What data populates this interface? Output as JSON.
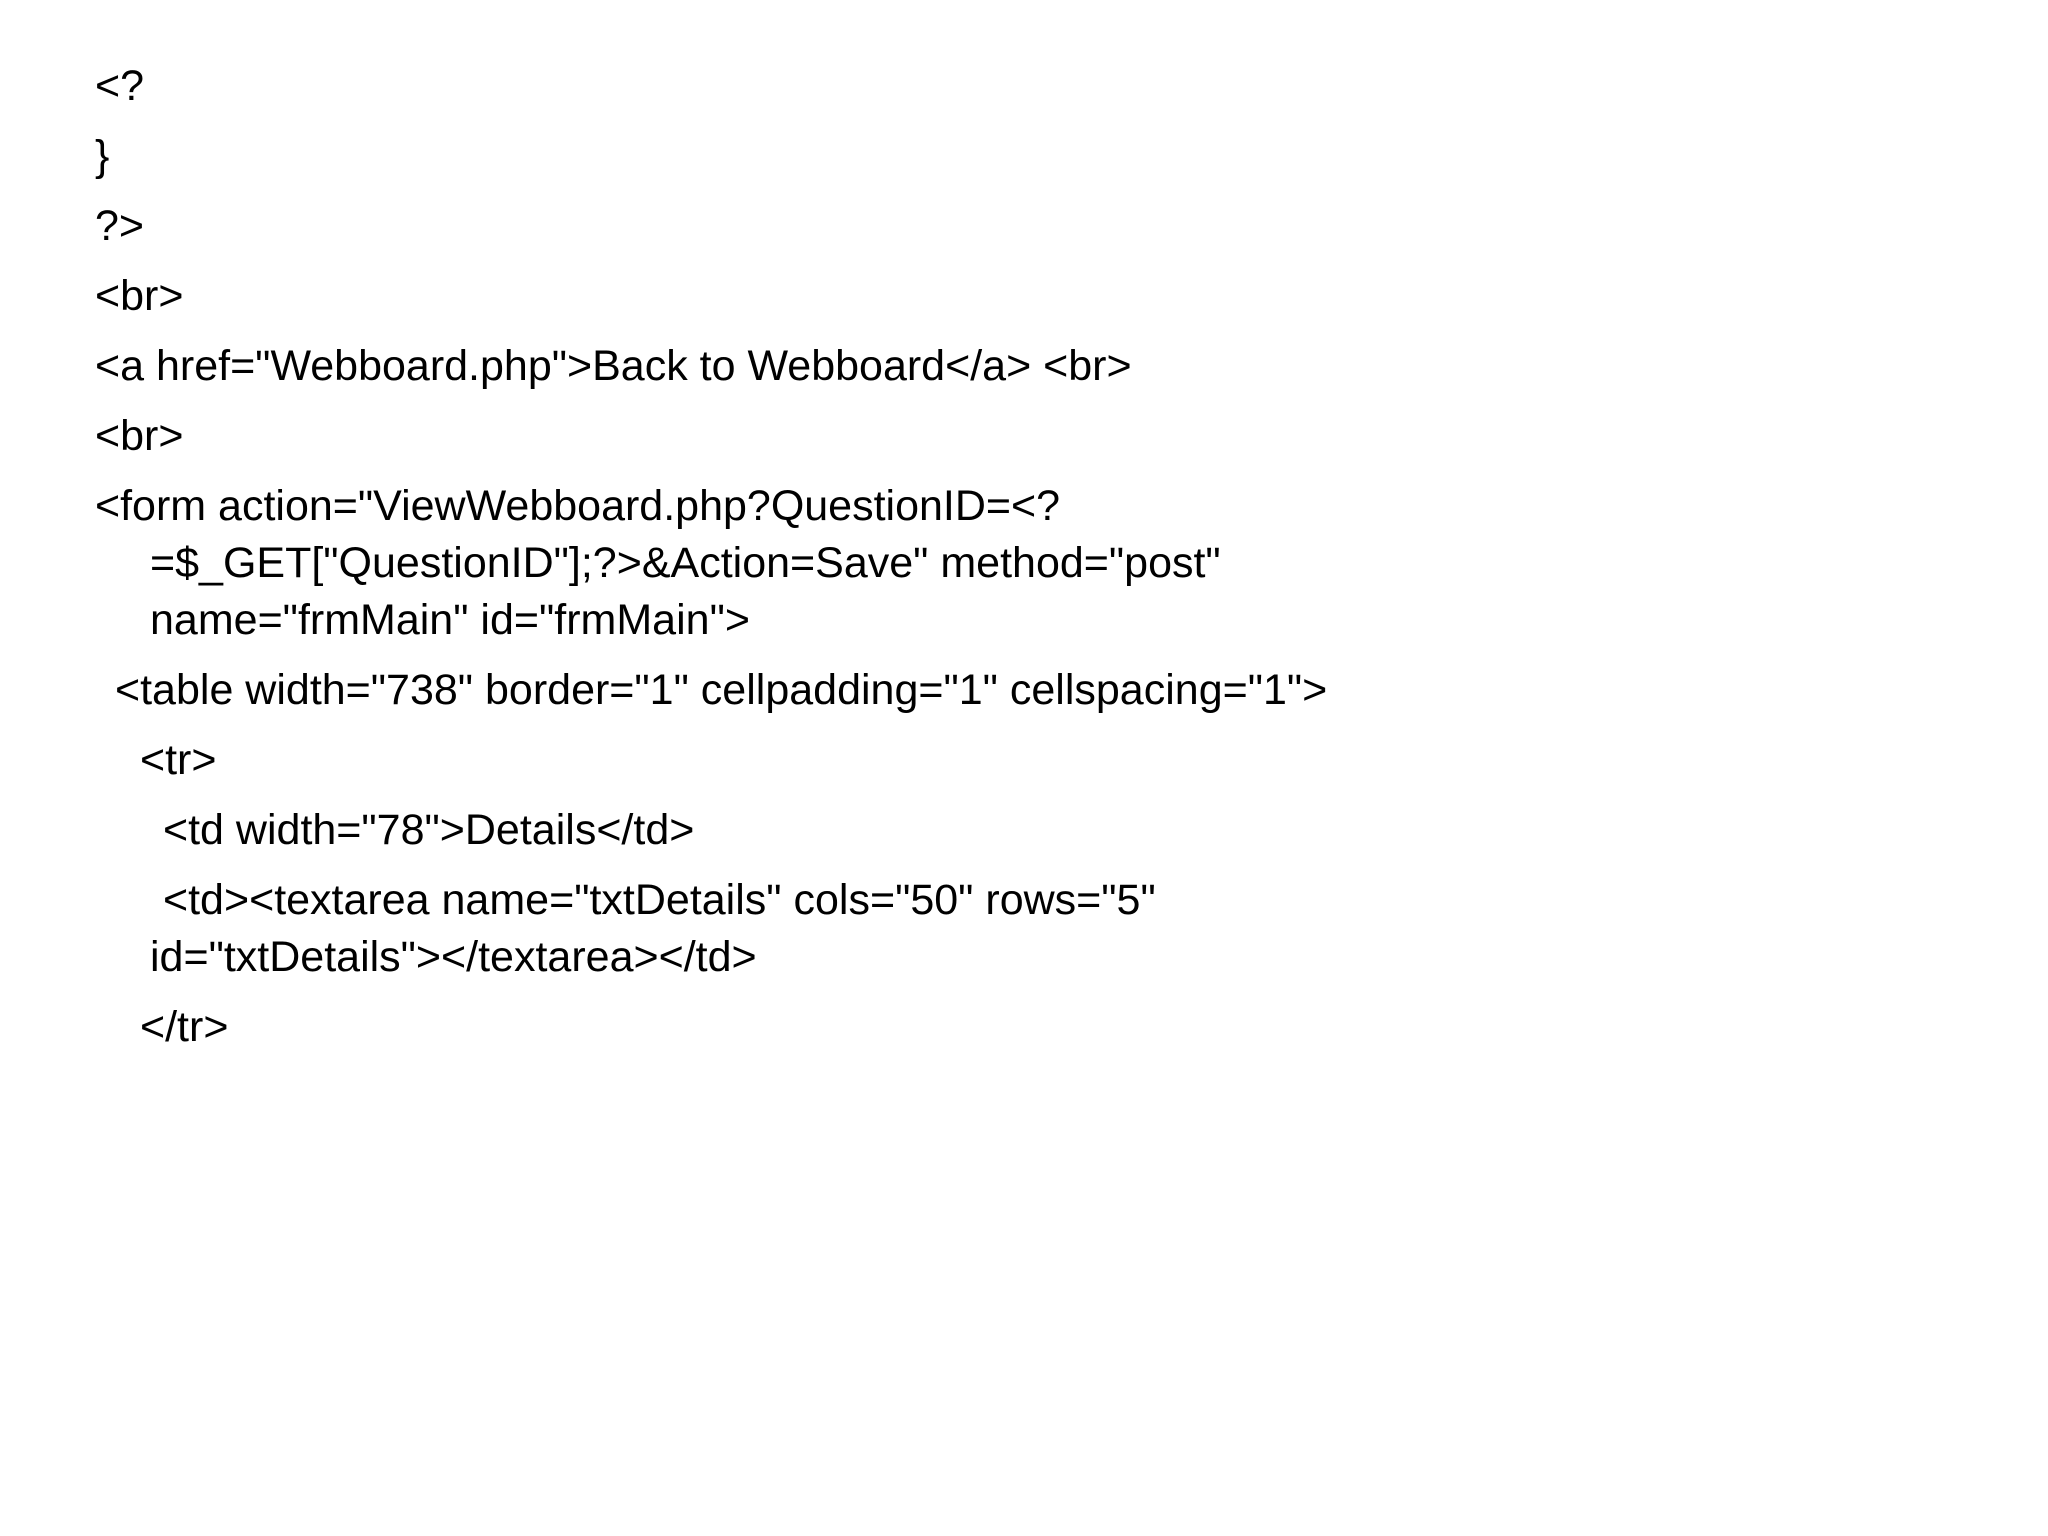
{
  "page": {
    "background_color": "#ffffff",
    "text_color": "#000000",
    "content_type": "source-code-document"
  },
  "code": {
    "language": "php-html",
    "lines": [
      {
        "text": "<?"
      },
      {
        "text": "}"
      },
      {
        "text": "?>"
      },
      {
        "text": "<br>"
      },
      {
        "text": "<a href=\"Webboard.php\">Back to Webboard</a> <br>"
      },
      {
        "text": "<br>"
      },
      {
        "text": "<form action=\"ViewWebboard.php?QuestionID=<?"
      },
      {
        "text": "=$_GET[\"QuestionID\"];?>&Action=Save\" method=\"post\""
      },
      {
        "text": "name=\"frmMain\" id=\"frmMain\">"
      },
      {
        "text": "<table width=\"738\" border=\"1\" cellpadding=\"1\" cellspacing=\"1\">"
      },
      {
        "text": "<tr>"
      },
      {
        "text": "<td width=\"78\">Details</td>"
      },
      {
        "text": "<td><textarea name=\"txtDetails\" cols=\"50\" rows=\"5\""
      },
      {
        "text": "id=\"txtDetails\"></textarea></td>"
      },
      {
        "text": "</tr>"
      }
    ]
  }
}
